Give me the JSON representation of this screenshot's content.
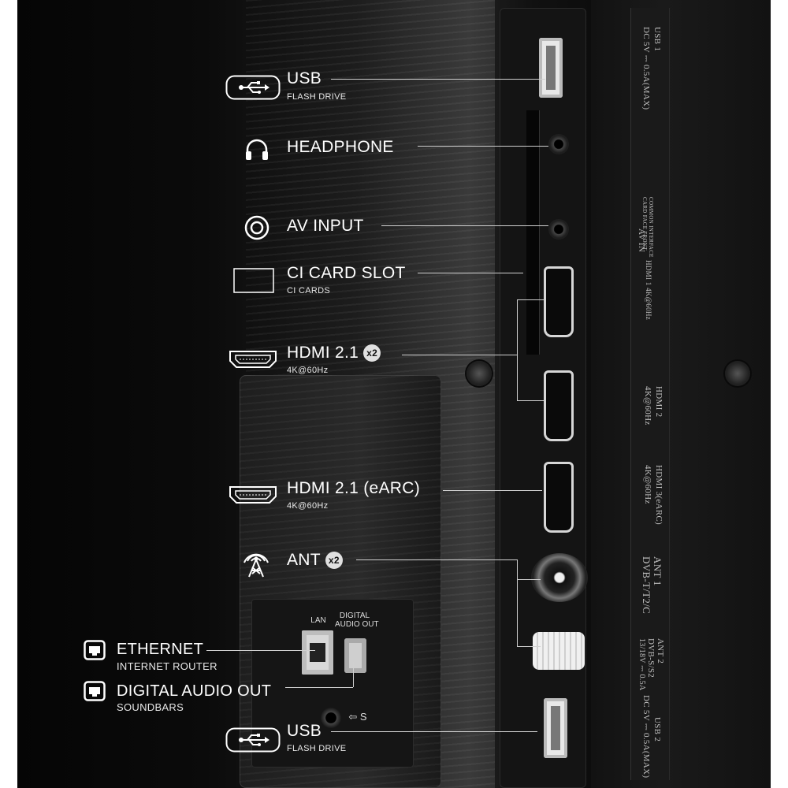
{
  "callouts": {
    "usb_top": {
      "title": "USB",
      "sub": "FLASH DRIVE",
      "icon": "usb-icon"
    },
    "headphone": {
      "title": "HEADPHONE",
      "icon": "headphone-icon"
    },
    "av_input": {
      "title": "AV INPUT",
      "icon": "av-input-icon"
    },
    "ci_card": {
      "title": "CI CARD SLOT",
      "sub": "CI CARDS",
      "icon": "ci-card-icon"
    },
    "hdmi_21": {
      "title": "HDMI 2.1",
      "badge": "x2",
      "sub": "4K@60Hz",
      "icon": "hdmi-icon"
    },
    "hdmi_earc": {
      "title": "HDMI 2.1 (eARC)",
      "sub": "4K@60Hz",
      "icon": "hdmi-icon"
    },
    "ant": {
      "title": "ANT",
      "badge": "x2",
      "icon": "antenna-icon"
    },
    "ethernet": {
      "title": "ETHERNET",
      "sub": "INTERNET ROUTER",
      "icon": "ethernet-icon"
    },
    "digital_audio": {
      "title": "DIGITAL AUDIO OUT",
      "sub": "SOUNDBARS",
      "icon": "ethernet-icon"
    },
    "usb_bottom": {
      "title": "USB",
      "sub": "FLASH DRIVE",
      "icon": "usb-icon"
    }
  },
  "tray_labels": {
    "lan": "LAN",
    "digital_audio_out": "DIGITAL\nAUDIO OUT",
    "s": "S"
  },
  "strip_labels": {
    "usb1": "USB 1",
    "usb1_spec": "DC 5V ⎓ 0.5A(MAX)",
    "common_interface": "COMMON INTERFACE",
    "card_face": "CARD FACE FRONT",
    "av_in": "AV IN",
    "hdmi1": "HDMI 1 4K@60Hz",
    "hdmi2": "HDMI 2",
    "hdmi2_spec": "4K@60Hz",
    "hdmi3": "HDMI 3(eARC)",
    "hdmi3_spec": "4K@60Hz",
    "ant1": "ANT 1",
    "ant1_spec": "DVB-T/T2/C",
    "ant2": "ANT 2",
    "ant2_spec": "DVB-S/S2",
    "ant2_power": "13/18V ⎓ 0.5A",
    "usb2": "USB 2",
    "usb2_spec": "DC 5V ⎓ 0.5A(MAX)"
  },
  "colors": {
    "line": "#d0d0d0",
    "text": "#ffffff",
    "background": "#0b0b0b"
  }
}
